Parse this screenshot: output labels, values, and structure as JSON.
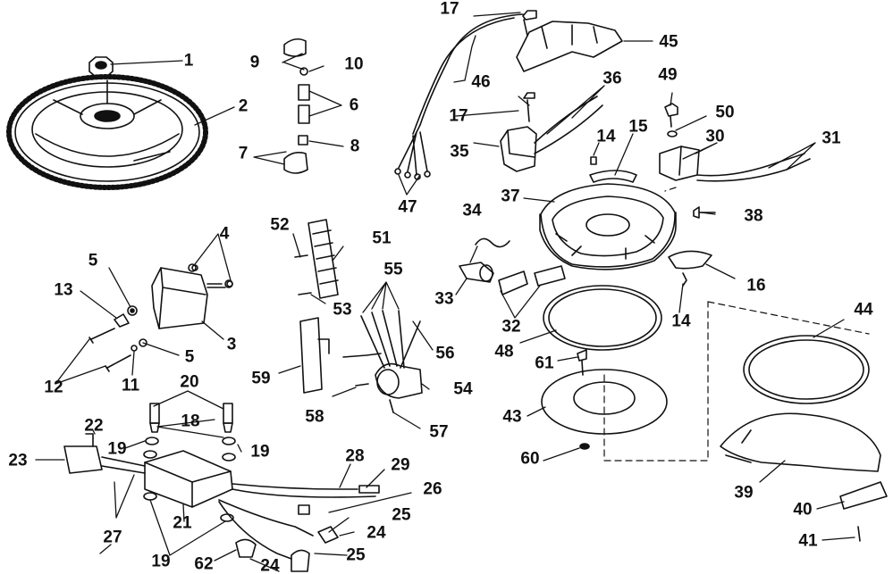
{
  "diagram": {
    "callouts": [
      "1",
      "2",
      "3",
      "4",
      "5",
      "5",
      "6",
      "7",
      "8",
      "9",
      "10",
      "11",
      "12",
      "13",
      "14",
      "14",
      "15",
      "16",
      "17",
      "17",
      "18",
      "19",
      "19",
      "19",
      "20",
      "21",
      "22",
      "23",
      "24",
      "24",
      "25",
      "25",
      "26",
      "27",
      "28",
      "29",
      "30",
      "31",
      "32",
      "33",
      "34",
      "35",
      "36",
      "37",
      "38",
      "39",
      "40",
      "41",
      "43",
      "44",
      "45",
      "46",
      "47",
      "48",
      "49",
      "50",
      "51",
      "52",
      "53",
      "54",
      "55",
      "56",
      "57",
      "58",
      "59",
      "60",
      "61",
      "62"
    ]
  },
  "colors": {
    "ink": "#111111",
    "paper": "#ffffff"
  }
}
